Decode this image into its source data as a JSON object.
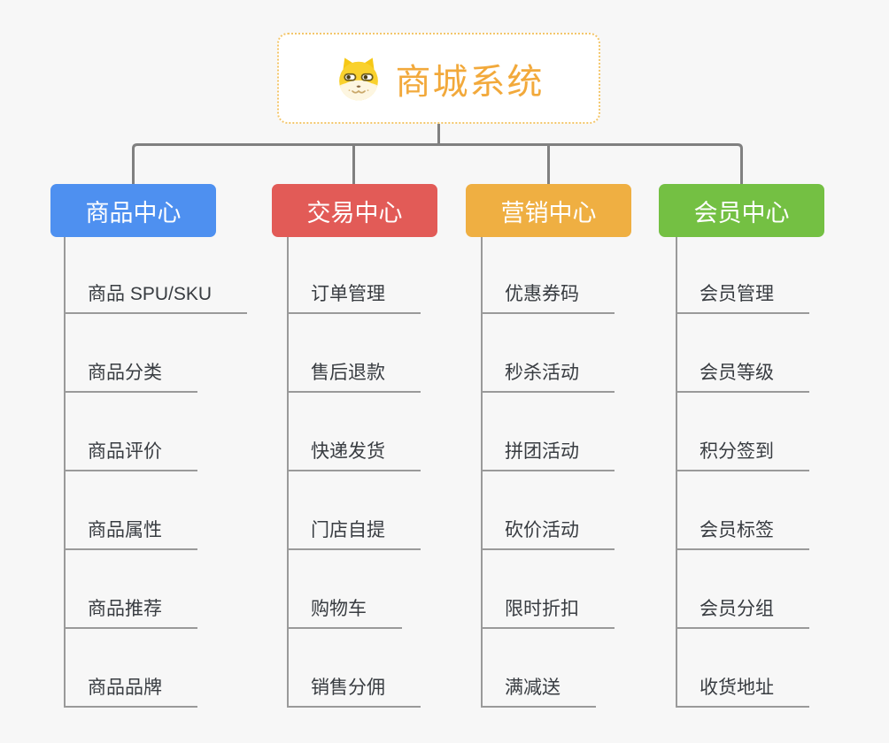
{
  "page": {
    "background": "#f7f7f7",
    "connector_color": "#808080",
    "line_color": "#9a9a9a"
  },
  "root": {
    "title": "商城系统",
    "icon": "dog-face-icon",
    "title_color": "#f2a93b",
    "border_color": "#f3c66b"
  },
  "branches": [
    {
      "label": "商品中心",
      "color": "#4e90f0",
      "children": [
        "商品 SPU/SKU",
        "商品分类",
        "商品评价",
        "商品属性",
        "商品推荐",
        "商品品牌"
      ]
    },
    {
      "label": "交易中心",
      "color": "#e25b57",
      "children": [
        "订单管理",
        "售后退款",
        "快递发货",
        "门店自提",
        "购物车",
        "销售分佣"
      ]
    },
    {
      "label": "营销中心",
      "color": "#efaf42",
      "children": [
        "优惠券码",
        "秒杀活动",
        "拼团活动",
        "砍价活动",
        "限时折扣",
        "满减送"
      ]
    },
    {
      "label": "会员中心",
      "color": "#74c043",
      "children": [
        "会员管理",
        "会员等级",
        "积分签到",
        "会员标签",
        "会员分组",
        "收货地址"
      ]
    }
  ]
}
